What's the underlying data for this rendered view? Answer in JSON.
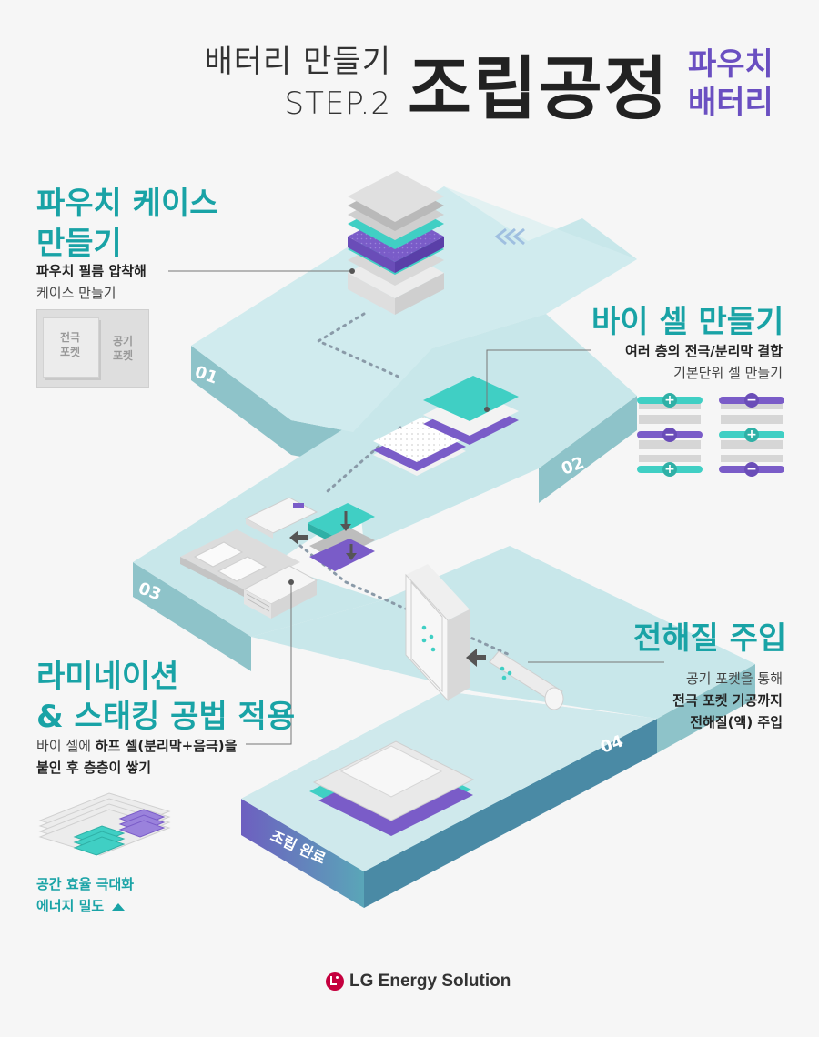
{
  "header": {
    "line1": "배터리 만들기",
    "line2": "STEP.2",
    "main_title": "조립공정",
    "side1": "파우치",
    "side2": "배터리"
  },
  "steps": [
    {
      "number": "01",
      "title_l1": "파우치 케이스",
      "title_l2": "만들기",
      "desc_l1": "파우치 필름 압착해",
      "desc_l2": "케이스 만들기"
    },
    {
      "number": "02",
      "title": "바이 셀 만들기",
      "desc_l1": "여러 층의 전극/분리막 결합",
      "desc_l2": "기본단위 셀 만들기"
    },
    {
      "number": "03",
      "title_l1": "라미네이션",
      "title_l2": "& 스태킹 공법 적용",
      "desc_l1_a": "바이 셀에 ",
      "desc_l1_b": "하프 셀(분리막+음극)을",
      "desc_l2": "붙인 후 층층이 쌓기",
      "benefit_l1": "공간 효율 극대화",
      "benefit_l2": "에너지 밀도"
    },
    {
      "number": "04",
      "title": "전해질 주입",
      "desc_l1": "공기 포켓을 통해",
      "desc_l2": "전극 포켓 기공까지",
      "desc_l3": "전해질(액) 주입"
    }
  ],
  "pouch_case": {
    "electrode_pocket": [
      "전극",
      "포켓"
    ],
    "air_pocket": [
      "공기",
      "포켓"
    ]
  },
  "bicell": {
    "plus": "+",
    "minus": "−"
  },
  "complete_label": "조립 완료",
  "footer": {
    "logo_text": "LG Energy Solution"
  },
  "colors": {
    "teal": "#19a3a6",
    "purple": "#6a4fc1",
    "platform_top": "#c7e6ea",
    "platform_side": "#8ec6cb"
  }
}
